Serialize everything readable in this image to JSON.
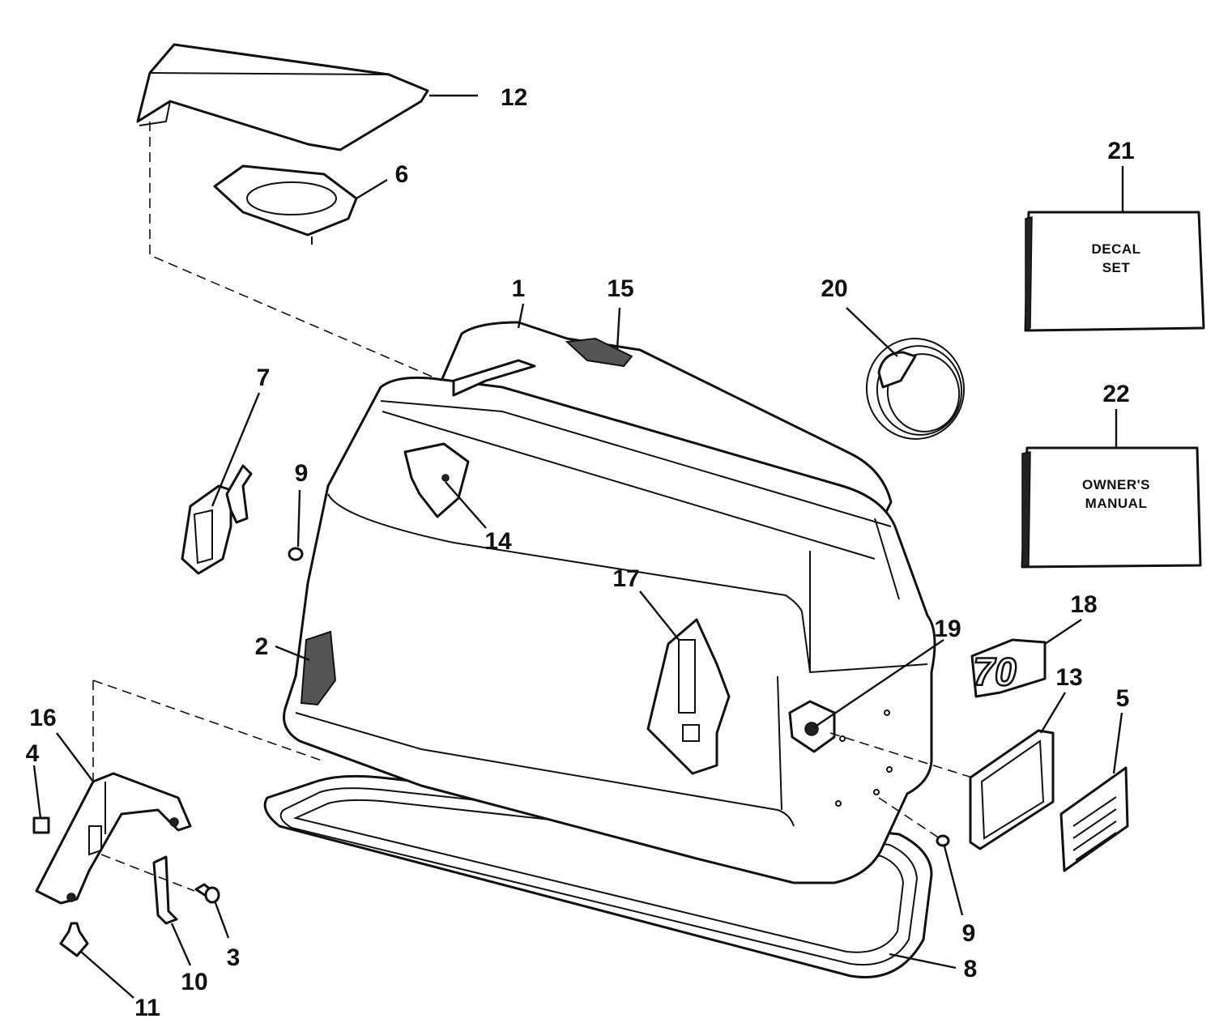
{
  "callouts": {
    "c1": "1",
    "c2": "2",
    "c3": "3",
    "c4": "4",
    "c5": "5",
    "c6": "6",
    "c7": "7",
    "c8": "8",
    "c9a": "9",
    "c9b": "9",
    "c10": "10",
    "c11": "11",
    "c12": "12",
    "c13": "13",
    "c14": "14",
    "c15": "15",
    "c16": "16",
    "c17": "17",
    "c18": "18",
    "c19": "19",
    "c20": "20",
    "c21": "21",
    "c22": "22"
  },
  "boxes": {
    "decal_line1": "DECAL",
    "decal_line2": "SET",
    "manual_line1": "OWNER'S",
    "manual_line2": "MANUAL"
  },
  "badge": {
    "text": "70"
  }
}
